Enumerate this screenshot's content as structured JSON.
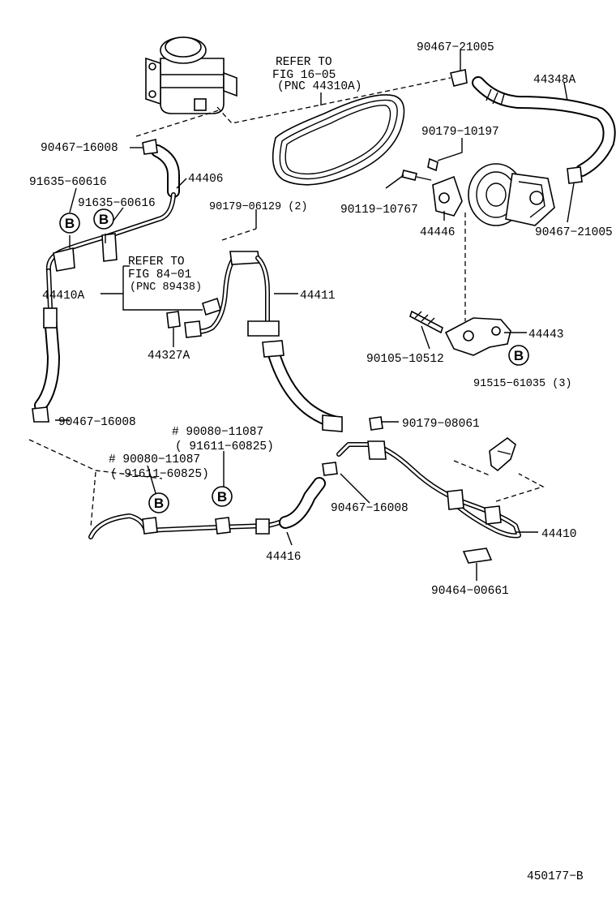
{
  "labels": {
    "p_90467_21005_top": "90467−21005",
    "p_44348A": "44348A",
    "refer_fig_16_05_l1": "REFER TO",
    "refer_fig_16_05_l2": "FIG 16−05",
    "refer_fig_16_05_l3": "(PNC 44310A)",
    "p_90179_10197": "90179−10197",
    "p_90467_16008_a": "90467−16008",
    "p_44406": "44406",
    "p_91635_60616_a": "91635−60616",
    "p_91635_60616_b": "91635−60616",
    "p_90179_06129": "90179−06129 (2)",
    "p_90119_10767": "90119−10767",
    "p_44446": "44446",
    "p_90467_21005_right": "90467−21005",
    "refer_fig_84_01_l1": "REFER TO",
    "refer_fig_84_01_l2": "FIG 84−01",
    "refer_fig_84_01_l3": "(PNC 89438)",
    "p_44410A": "44410A",
    "p_44411": "44411",
    "p_44327A": "44327A",
    "p_44443": "44443",
    "p_90105_10512": "90105−10512",
    "p_91515_61035": "91515−61035 (3)",
    "p_90467_16008_b": "90467−16008",
    "p_90179_08061": "90179−08061",
    "p_90080_11087_a": "# 90080−11087",
    "p_91611_60825_a": "( 91611−60825)",
    "p_90080_11087_b": "# 90080−11087",
    "p_91611_60825_b": "( 91611−60825)",
    "p_90467_16008_c": "90467−16008",
    "p_44410": "44410",
    "p_44416": "44416",
    "p_90464_00661": "90464−00661",
    "illustration_no": "450177−B"
  },
  "callout_marker": "B"
}
